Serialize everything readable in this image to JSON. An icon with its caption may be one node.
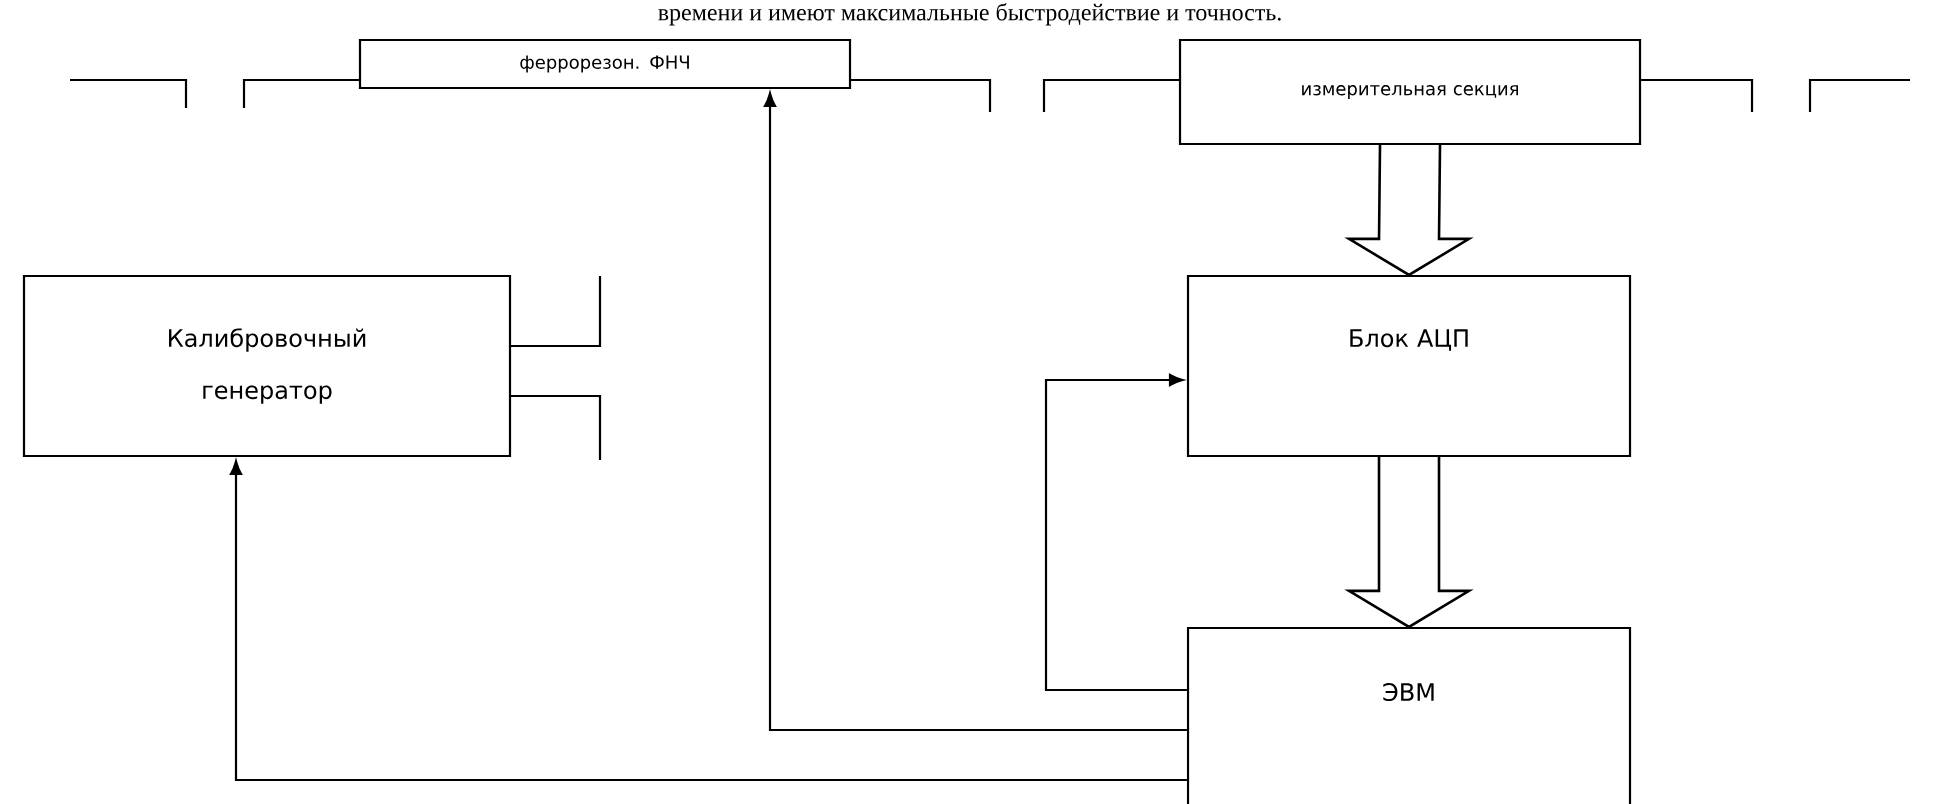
{
  "diagram": {
    "nodes": [
      {
        "text": [
          "феррорезон. ФНЧ"
        ]
      },
      {
        "text": [
          "измерительная секция"
        ]
      },
      {
        "text": [
          "Калибровочный генератор"
        ]
      },
      {
        "text": [
          "Блок АЦП"
        ]
      },
      {
        "text": [
          "ЭВМ"
        ]
      }
    ],
    "edges": [
      {
        "from": 1,
        "to": 3,
        "arrow": "to",
        "style": "thick"
      },
      {
        "from": 3,
        "to": 4,
        "arrow": "to",
        "style": "thick"
      },
      {
        "from": 4,
        "to": 3,
        "arrow": "to"
      },
      {
        "from": 4,
        "to": 0,
        "arrow": "to"
      },
      {
        "from": 4,
        "to": 2,
        "arrow": "to"
      }
    ],
    "labels": [
      "времени и имеют максимальные быстродействие и точность."
    ]
  }
}
